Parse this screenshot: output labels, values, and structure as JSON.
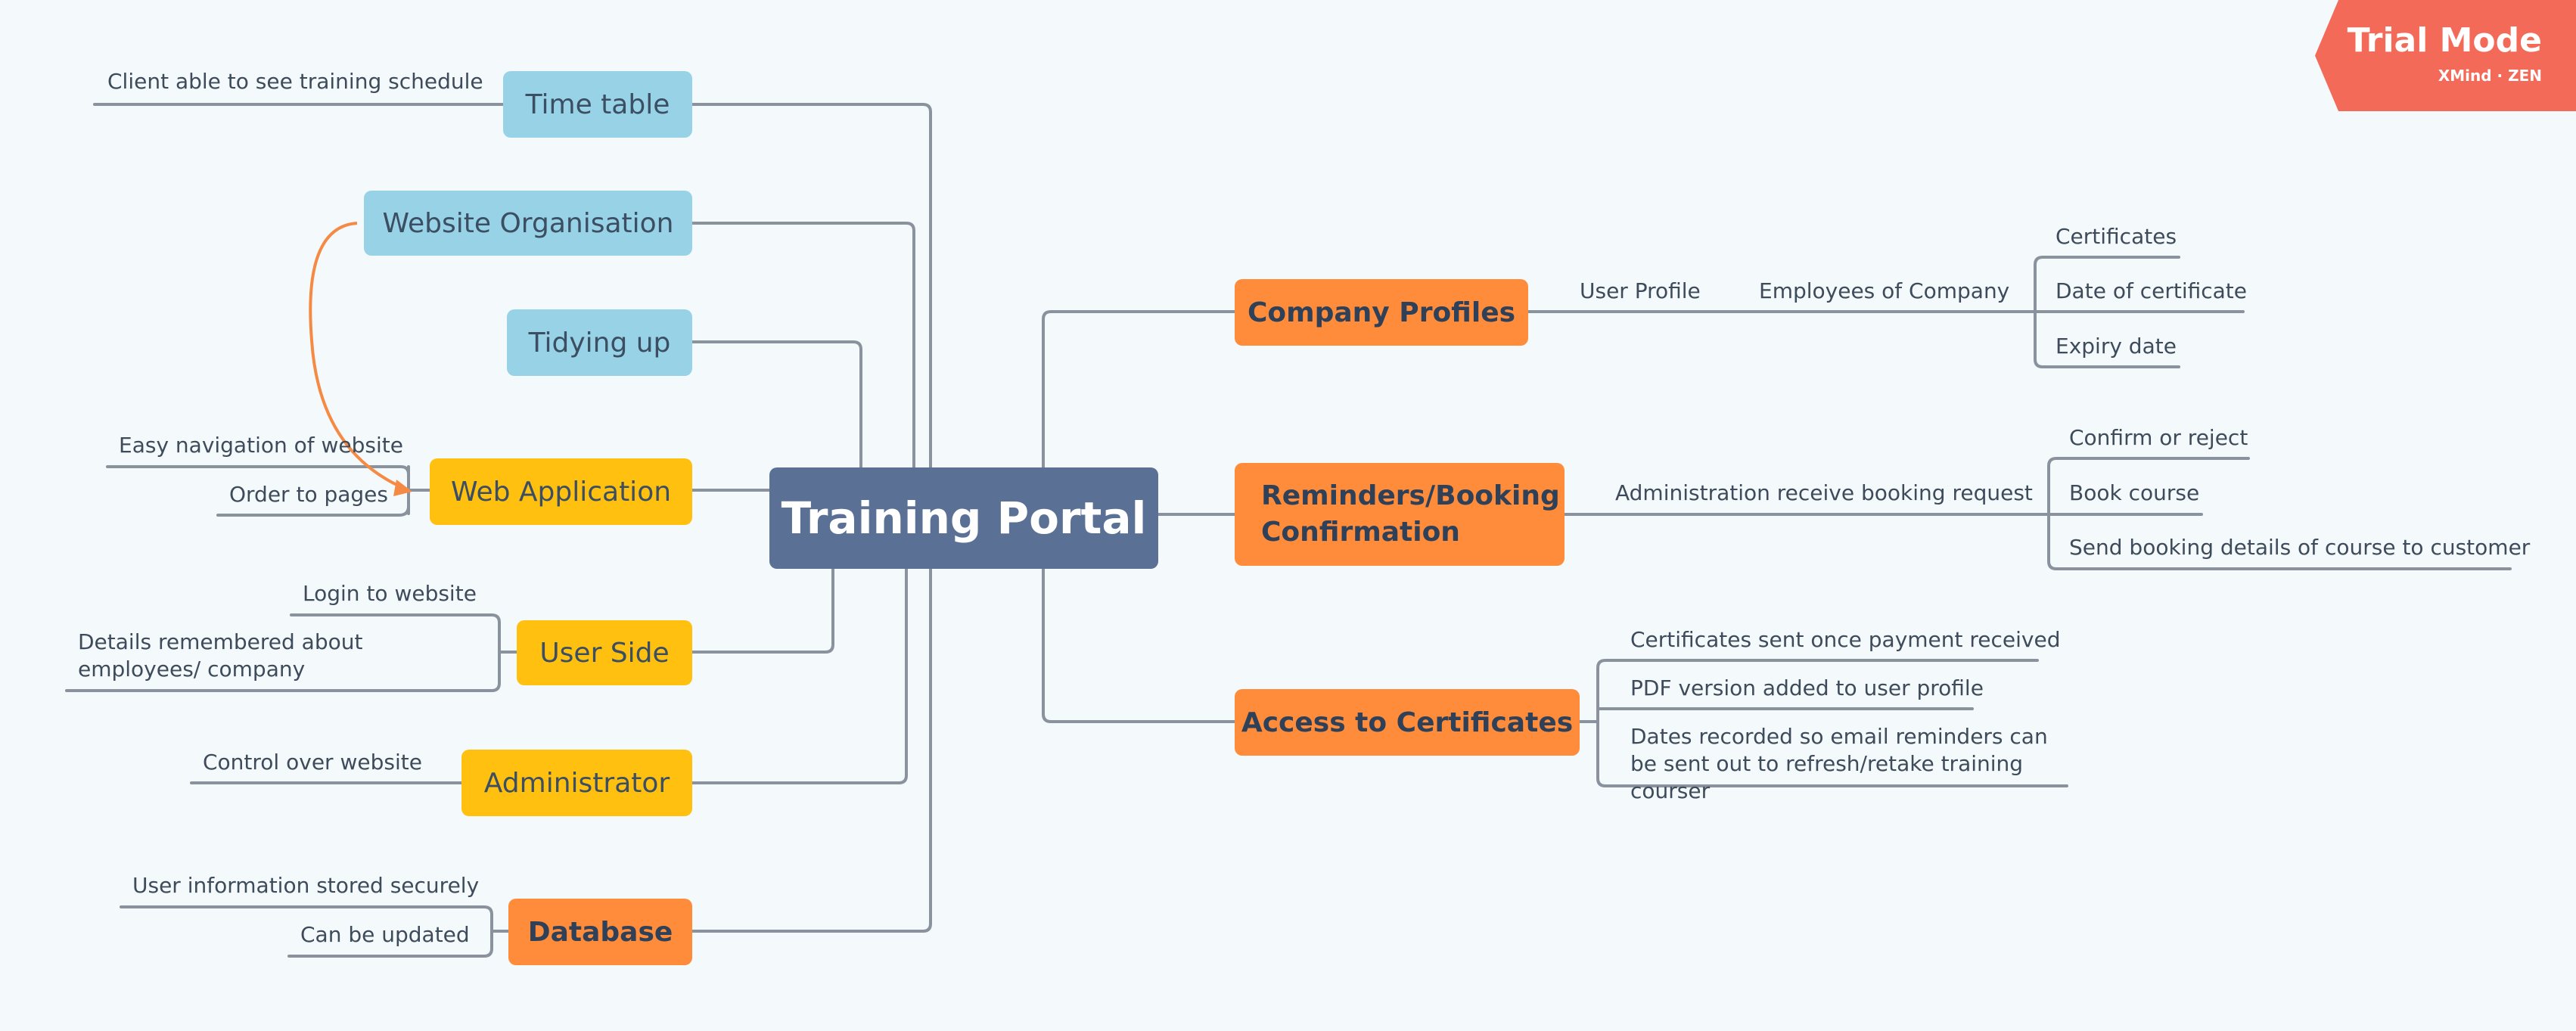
{
  "central": "Training Portal",
  "branches": {
    "timetable": "Time table",
    "website_org": "Website Organisation",
    "tidying": "Tidying up",
    "web_app": "Web Application",
    "user_side": "User Side",
    "administrator": "Administrator",
    "database": "Database",
    "company_profiles": "Company Profiles",
    "reminders": "Reminders/Booking Confirmation",
    "access_certs": "Access to Certificates"
  },
  "leaves": {
    "timetable": [
      "Client able to see training schedule"
    ],
    "web_app": [
      "Easy navigation of website",
      "Order to pages"
    ],
    "user_side": [
      "Login to website",
      "Details remembered about employees/ company"
    ],
    "administrator": [
      "Control over website"
    ],
    "database": [
      "User information stored securely",
      "Can be updated"
    ],
    "company_profiles": {
      "user_profile": "User Profile",
      "employees": "Employees of Company",
      "items": [
        "Certificates",
        "Date of certificate",
        "Expiry date"
      ]
    },
    "reminders": {
      "admin": "Administration receive booking request",
      "items": [
        "Confirm or reject",
        "Book course",
        "Send booking details of course to customer"
      ]
    },
    "access_certs": [
      "Certificates sent once payment received",
      "PDF version added to user profile",
      "Dates recorded so email reminders can be sent out to refresh/retake training courser"
    ]
  },
  "badge": {
    "title": "Trial Mode",
    "subtitle": "XMind · ZEN"
  },
  "colors": {
    "central": "#5a7095",
    "blue": "#98d2e6",
    "yellow": "#ffc00f",
    "orange": "#ff8c3a",
    "line": "#8a929d",
    "relation": "#f58a45",
    "badge": "#f46a59",
    "background": "#f4f9fc"
  }
}
